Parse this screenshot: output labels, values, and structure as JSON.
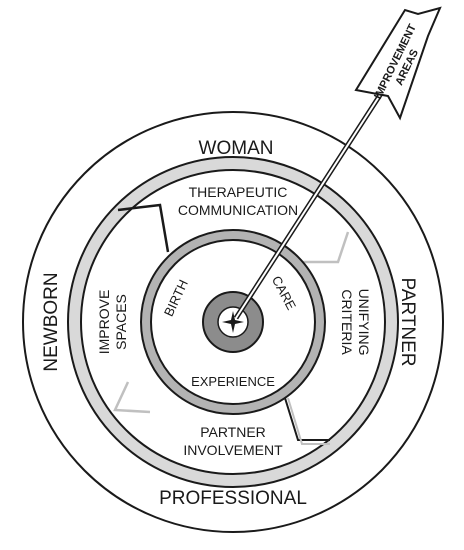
{
  "diagram": {
    "outer_ring": {
      "top": "WOMAN",
      "bottom": "PROFESSIONAL",
      "left": "NEWBORN",
      "right": "PARTNER"
    },
    "middle_ring": {
      "top_line1": "THERAPEUTIC",
      "top_line2": "COMMUNICATION",
      "bottom_line1": "PARTNER",
      "bottom_line2": "INVOLVEMENT",
      "left_line1": "IMPROVE",
      "left_line2": "SPACES",
      "right_line1": "UNIFYING",
      "right_line2": "CRITERIA"
    },
    "inner_ring": {
      "left": "BIRTH",
      "right": "CARE",
      "bottom": "EXPERIENCE"
    },
    "arrow": {
      "line1": "IMPROVEMENT",
      "line2": "AREAS"
    },
    "icons": {
      "center": "compass-star-icon"
    },
    "colors": {
      "ring_fill": "#d9d9d9",
      "inner_ring_fill": "#b3b3b3",
      "bullseye_fill": "#8c8c8c",
      "stroke": "#1a1a1a"
    }
  }
}
